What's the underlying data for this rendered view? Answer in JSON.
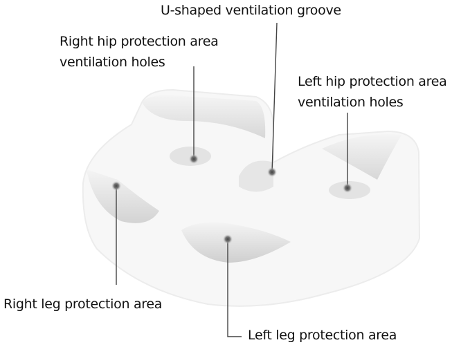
{
  "labels": {
    "u_groove": "U-shaped ventilation groove",
    "right_hip_line1": "Right hip protection area",
    "right_hip_line2": "ventilation holes",
    "left_hip_line1": "Left hip protection area",
    "left_hip_line2": "ventilation holes",
    "right_leg": "Right leg protection area",
    "left_leg": "Left leg protection area"
  }
}
